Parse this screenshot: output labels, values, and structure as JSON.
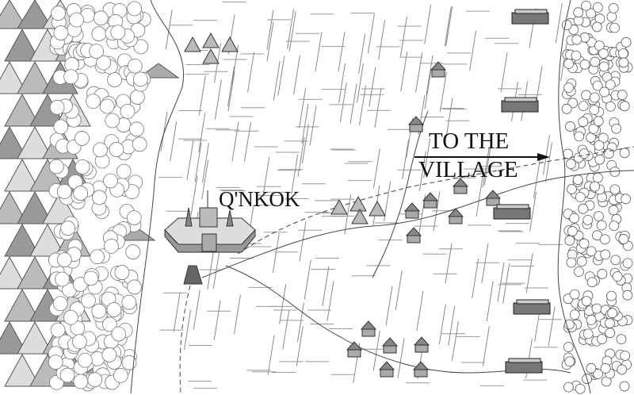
{
  "map": {
    "city_label": "Q'NKOK",
    "direction_label_line1": "TO THE",
    "direction_label_line2": "VILLAGE",
    "icons": [
      "mountain-icon",
      "tree-icon",
      "hut-icon",
      "tent-icon",
      "castle-icon",
      "arrow-right-icon",
      "longhouse-icon"
    ],
    "colors": {
      "background": "#ffffff",
      "ink": "#222222",
      "roof": "#9a9a9a",
      "wall": "#bdbdbd"
    }
  }
}
